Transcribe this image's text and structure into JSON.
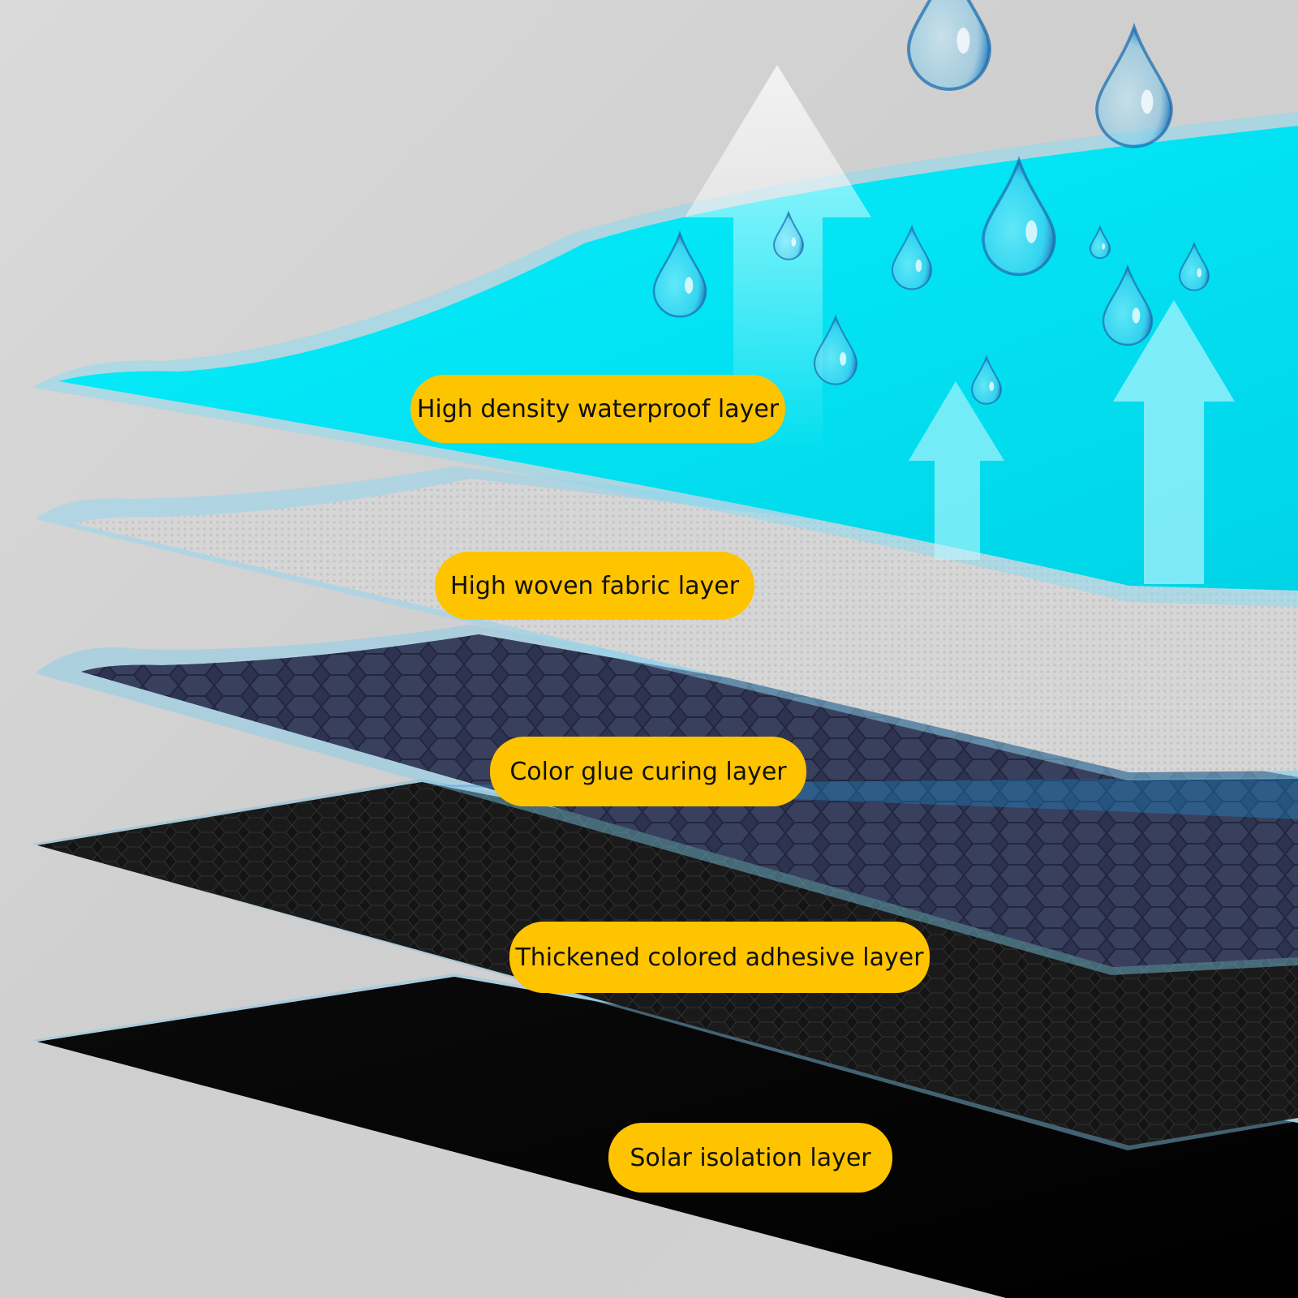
{
  "diagram": {
    "layers": [
      {
        "id": "waterproof",
        "label": "High density waterproof layer",
        "color": "#00e0ee"
      },
      {
        "id": "woven",
        "label": "High woven fabric layer",
        "color": "#c8c8c8"
      },
      {
        "id": "color_glue",
        "label": "Color glue curing layer",
        "color": "#2e3550"
      },
      {
        "id": "adhesive",
        "label": "Thickened colored adhesive layer",
        "color": "#1a1a1a"
      },
      {
        "id": "solar",
        "label": "Solar isolation layer",
        "color": "#050505"
      }
    ],
    "label_color": "#ffc400",
    "icons": [
      "water-drop-icon",
      "up-arrow-icon"
    ]
  }
}
